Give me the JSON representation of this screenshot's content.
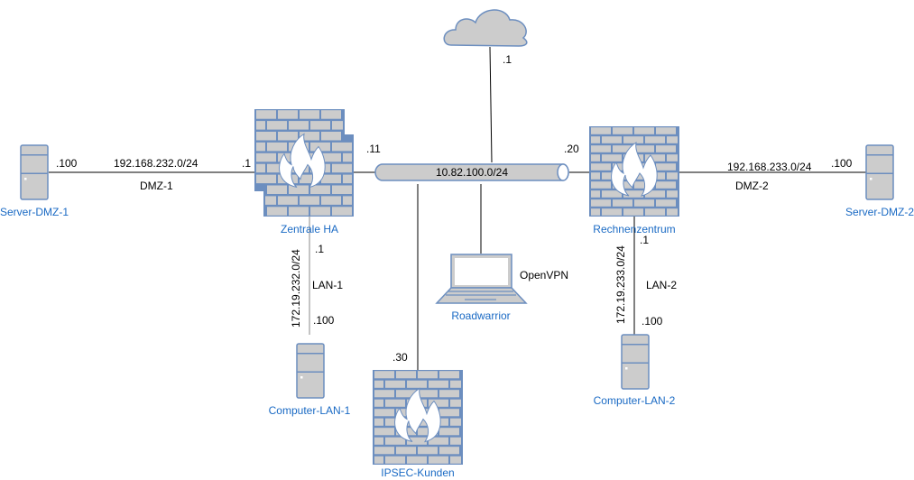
{
  "colors": {
    "device_fill": "#cccccc",
    "device_stroke": "#6c8ebf",
    "link": "#000000",
    "name_text": "#1a6ac4",
    "label_text": "#000000"
  },
  "nodes": {
    "internet": {
      "icon": "cloud-icon",
      "ip": ".1"
    },
    "zentrale": {
      "icon": "firewall-icon",
      "name": "Zentrale HA",
      "ip_backbone": ".11",
      "ip_dmz": ".1",
      "ip_lan": ".1"
    },
    "rechenzentrum": {
      "icon": "firewall-icon",
      "name": "Rechnenzentrum",
      "ip_backbone": ".20",
      "ip_lan": ".1"
    },
    "ipsec": {
      "icon": "firewall-icon",
      "name": "IPSEC-Kunden",
      "ip": ".30"
    },
    "roadwarrior": {
      "icon": "laptop-icon",
      "name": "Roadwarrior",
      "link_label": "OpenVPN"
    },
    "server_dmz1": {
      "icon": "server-icon",
      "name": "Server-DMZ-1",
      "ip": ".100"
    },
    "server_dmz2": {
      "icon": "server-icon",
      "name": "Server-DMZ-2",
      "ip": ".100"
    },
    "computer_lan1": {
      "icon": "server-icon",
      "name": "Computer-LAN-1",
      "ip": ".100"
    },
    "computer_lan2": {
      "icon": "server-icon",
      "name": "Computer-LAN-2",
      "ip": ".100"
    }
  },
  "networks": {
    "backbone": {
      "subnet": "10.82.100.0/24"
    },
    "dmz1": {
      "subnet": "192.168.232.0/24",
      "name": "DMZ-1"
    },
    "dmz2": {
      "subnet": "192.168.233.0/24",
      "name": "DMZ-2"
    },
    "lan1": {
      "subnet": "172.19.232.0/24",
      "name": "LAN-1"
    },
    "lan2": {
      "subnet": "172.19.233.0/24",
      "name": "LAN-2"
    }
  }
}
